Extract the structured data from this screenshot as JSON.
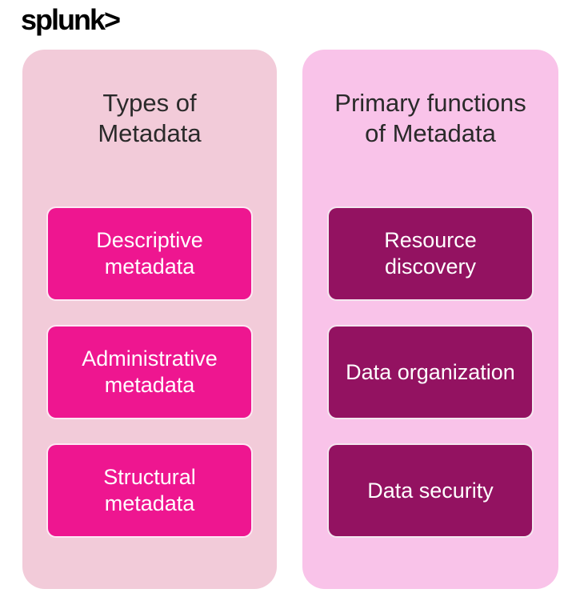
{
  "logo": {
    "text": "splunk>"
  },
  "colors": {
    "left_panel_bg": "#f2cbd9",
    "right_panel_bg": "#f9c3e9",
    "left_box_bg": "#ee1690",
    "right_box_bg": "#931261",
    "title_text": "#2a2a2a",
    "box_text": "#ffffff"
  },
  "panels": [
    {
      "title": "Types of\nMetadata",
      "items": [
        "Descriptive\nmetadata",
        "Administrative\nmetadata",
        "Structural\nmetadata"
      ]
    },
    {
      "title": "Primary functions\nof Metadata",
      "items": [
        "Resource\ndiscovery",
        "Data organization",
        "Data security"
      ]
    }
  ]
}
